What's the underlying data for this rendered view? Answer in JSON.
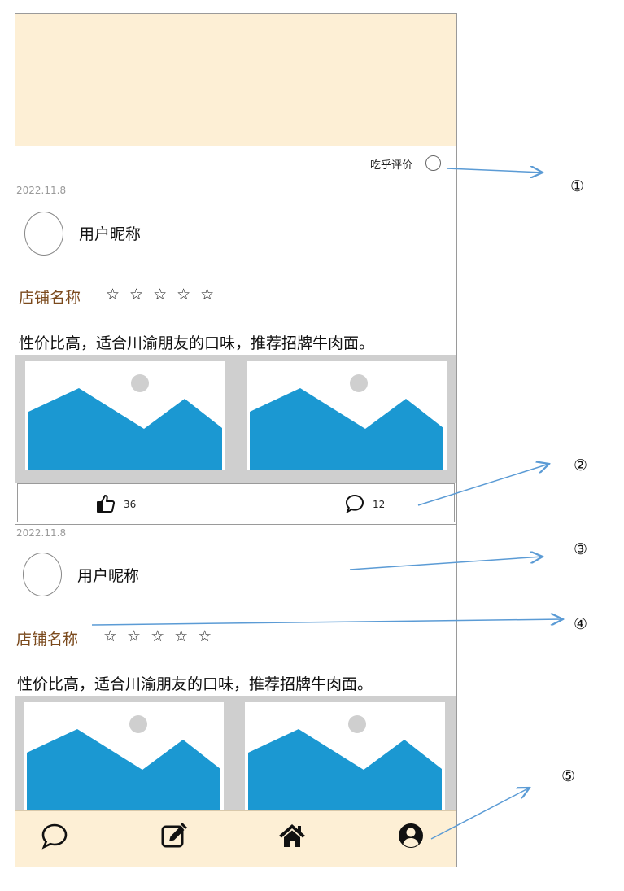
{
  "filter": {
    "label": "吃乎评价"
  },
  "posts": [
    {
      "date": "2022.11.8",
      "nickname": "用户昵称",
      "shop": "店铺名称",
      "stars": "☆☆☆☆☆",
      "review": "性价比高，适合川渝朋友的口味，推荐招牌牛肉面。",
      "likes": "36",
      "comments": "12"
    },
    {
      "date": "2022.11.8",
      "nickname": "用户昵称",
      "shop": "店铺名称",
      "stars": "☆☆☆☆☆",
      "review": "性价比高，适合川渝朋友的口味，推荐招牌牛肉面。"
    }
  ],
  "bottom_nav": [
    {
      "icon": "chat-icon"
    },
    {
      "icon": "edit-icon"
    },
    {
      "icon": "home-icon"
    },
    {
      "icon": "user-icon"
    }
  ],
  "callouts": [
    "①",
    "②",
    "③",
    "④",
    "⑤"
  ],
  "colors": {
    "header_bg": "#fdefd5",
    "shop_name": "#7b4a1d",
    "image_blue": "#1b98d2",
    "annotation_line": "#5b9bd5"
  }
}
